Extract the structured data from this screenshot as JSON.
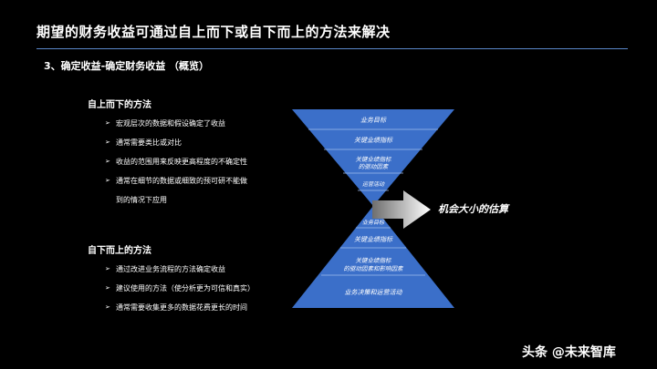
{
  "title": "期望的财务收益可通过自上而下或自下而上的方法来解决",
  "subtitle": "3、确定收益-确定财务收益 （概览）",
  "top_down": {
    "title": "自上而下的方法",
    "bullets": [
      "宏观层次的数据和假设确定了收益",
      "通常需要类比或对比",
      "收益的范围用来反映更高程度的不确定性",
      "通常在细节的数据或细致的预可研不能做",
      "到的情况下应用"
    ]
  },
  "bottom_up": {
    "title": "自下而上的方法",
    "bullets": [
      "通过改进业务流程的方法确定收益",
      "建议使用的方法（使分析更为可信和真实）",
      "通常需要收集更多的数据花费更长的时间"
    ]
  },
  "hourglass": {
    "top_levels": [
      "业务目标",
      "关键业绩指标",
      "关键业绩指标",
      "的驱动因素",
      "运营活动"
    ],
    "bottom_levels": [
      "业务目标",
      "关键业绩指标",
      "关键业绩指标",
      "的驱动因素和影响因素",
      "业务决策和运营活动"
    ],
    "fill_color": "#3b6fc9"
  },
  "result_label": "机会大小的估算",
  "watermark": "头条 @未来智库"
}
